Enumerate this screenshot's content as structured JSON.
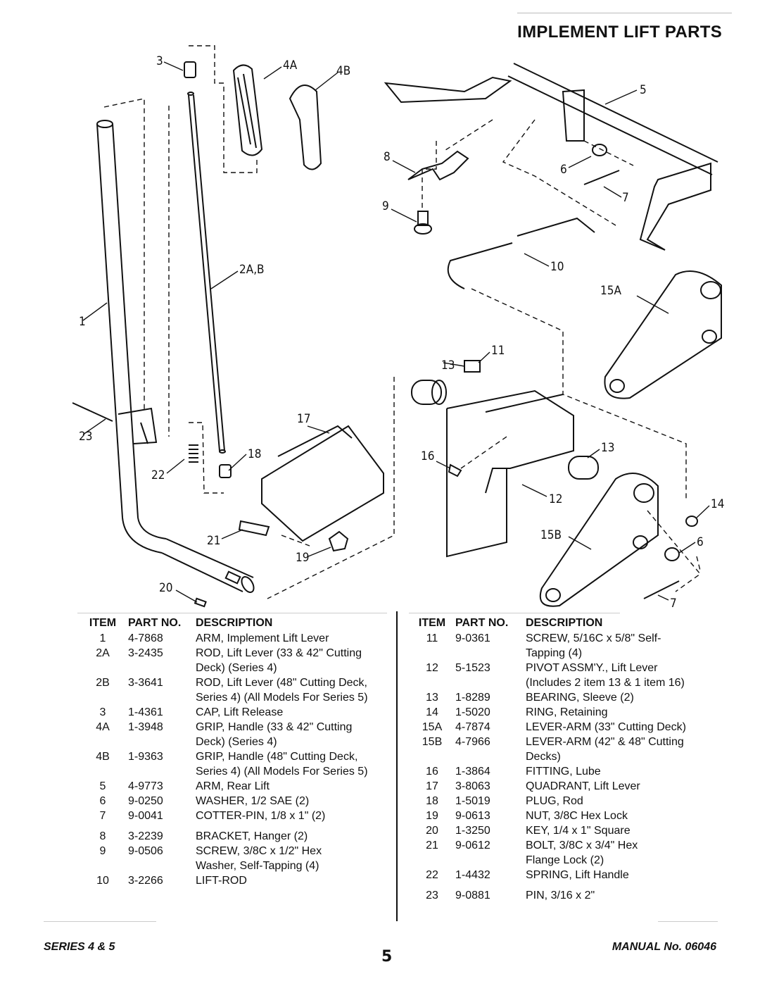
{
  "title": "IMPLEMENT LIFT PARTS",
  "callouts": {
    "c1": "1",
    "c2ab": "2A,B",
    "c3": "3",
    "c4a": "4A",
    "c4b": "4B",
    "c5": "5",
    "c6a": "6",
    "c6b": "6",
    "c7a": "7",
    "c7b": "7",
    "c8": "8",
    "c9": "9",
    "c10": "10",
    "c11": "11",
    "c12": "12",
    "c13a": "13",
    "c13b": "13",
    "c14": "14",
    "c15a": "15A",
    "c15b": "15B",
    "c16": "16",
    "c17": "17",
    "c18": "18",
    "c19": "19",
    "c20": "20",
    "c21": "21",
    "c22": "22",
    "c23": "23"
  },
  "table_header": {
    "item": "ITEM",
    "part": "PART NO.",
    "desc": "DESCRIPTION"
  },
  "left_rows": [
    {
      "item": "1",
      "part": "4-7868",
      "desc": [
        "ARM, Implement Lift Lever"
      ]
    },
    {
      "item": "2A",
      "part": "3-2435",
      "desc": [
        "ROD, Lift Lever (33 & 42\" Cutting",
        "Deck) (Series 4)"
      ]
    },
    {
      "item": "2B",
      "part": "3-3641",
      "desc": [
        "ROD, Lift Lever (48\" Cutting Deck,",
        "Series 4) (All Models For Series 5)"
      ]
    },
    {
      "item": "3",
      "part": "1-4361",
      "desc": [
        "CAP, Lift Release"
      ]
    },
    {
      "item": "4A",
      "part": "1-3948",
      "desc": [
        "GRIP, Handle (33 & 42\" Cutting",
        "Deck) (Series 4)"
      ]
    },
    {
      "item": "4B",
      "part": "1-9363",
      "desc": [
        "GRIP, Handle (48\" Cutting Deck,",
        "Series 4) (All Models For Series 5)"
      ]
    },
    {
      "item": "5",
      "part": "4-9773",
      "desc": [
        "ARM, Rear Lift"
      ]
    },
    {
      "item": "6",
      "part": "9-0250",
      "desc": [
        "WASHER, 1/2 SAE (2)"
      ]
    },
    {
      "item": "7",
      "part": "9-0041",
      "desc": [
        "COTTER-PIN, 1/8 x 1\" (2)"
      ]
    },
    {
      "item": "8",
      "part": "3-2239",
      "desc": [
        "BRACKET, Hanger (2)"
      ]
    },
    {
      "item": "9",
      "part": "9-0506",
      "desc": [
        "SCREW, 3/8C x 1/2\" Hex",
        "Washer, Self-Tapping (4)"
      ]
    },
    {
      "item": "10",
      "part": "3-2266",
      "desc": [
        "LIFT-ROD"
      ]
    }
  ],
  "right_rows": [
    {
      "item": "11",
      "part": "9-0361",
      "desc": [
        "SCREW, 5/16C x 5/8\" Self-",
        "Tapping (4)"
      ]
    },
    {
      "item": "12",
      "part": "5-1523",
      "desc": [
        "PIVOT ASSM'Y., Lift Lever",
        "(Includes 2 item 13 & 1 item 16)"
      ]
    },
    {
      "item": "13",
      "part": "1-8289",
      "desc": [
        "BEARING, Sleeve (2)"
      ]
    },
    {
      "item": "14",
      "part": "1-5020",
      "desc": [
        "RING, Retaining"
      ]
    },
    {
      "item": "15A",
      "part": "4-7874",
      "desc": [
        "LEVER-ARM (33\" Cutting Deck)"
      ]
    },
    {
      "item": "15B",
      "part": "4-7966",
      "desc": [
        "LEVER-ARM (42\" & 48\" Cutting",
        "Decks)"
      ]
    },
    {
      "item": "16",
      "part": "1-3864",
      "desc": [
        "FITTING, Lube"
      ]
    },
    {
      "item": "17",
      "part": "3-8063",
      "desc": [
        "QUADRANT, Lift Lever"
      ]
    },
    {
      "item": "18",
      "part": "1-5019",
      "desc": [
        "PLUG, Rod"
      ]
    },
    {
      "item": "19",
      "part": "9-0613",
      "desc": [
        "NUT, 3/8C Hex Lock"
      ]
    },
    {
      "item": "20",
      "part": "1-3250",
      "desc": [
        "KEY, 1/4 x 1\" Square"
      ]
    },
    {
      "item": "21",
      "part": "9-0612",
      "desc": [
        "BOLT, 3/8C x 3/4\" Hex",
        "Flange Lock (2)"
      ]
    },
    {
      "item": "22",
      "part": "1-4432",
      "desc": [
        "SPRING, Lift Handle"
      ]
    },
    {
      "item": "23",
      "part": "9-0881",
      "desc": [
        "PIN, 3/16 x 2\""
      ]
    }
  ],
  "footer": {
    "left": "SERIES 4 & 5",
    "page": "5",
    "right": "MANUAL No. 06046"
  }
}
